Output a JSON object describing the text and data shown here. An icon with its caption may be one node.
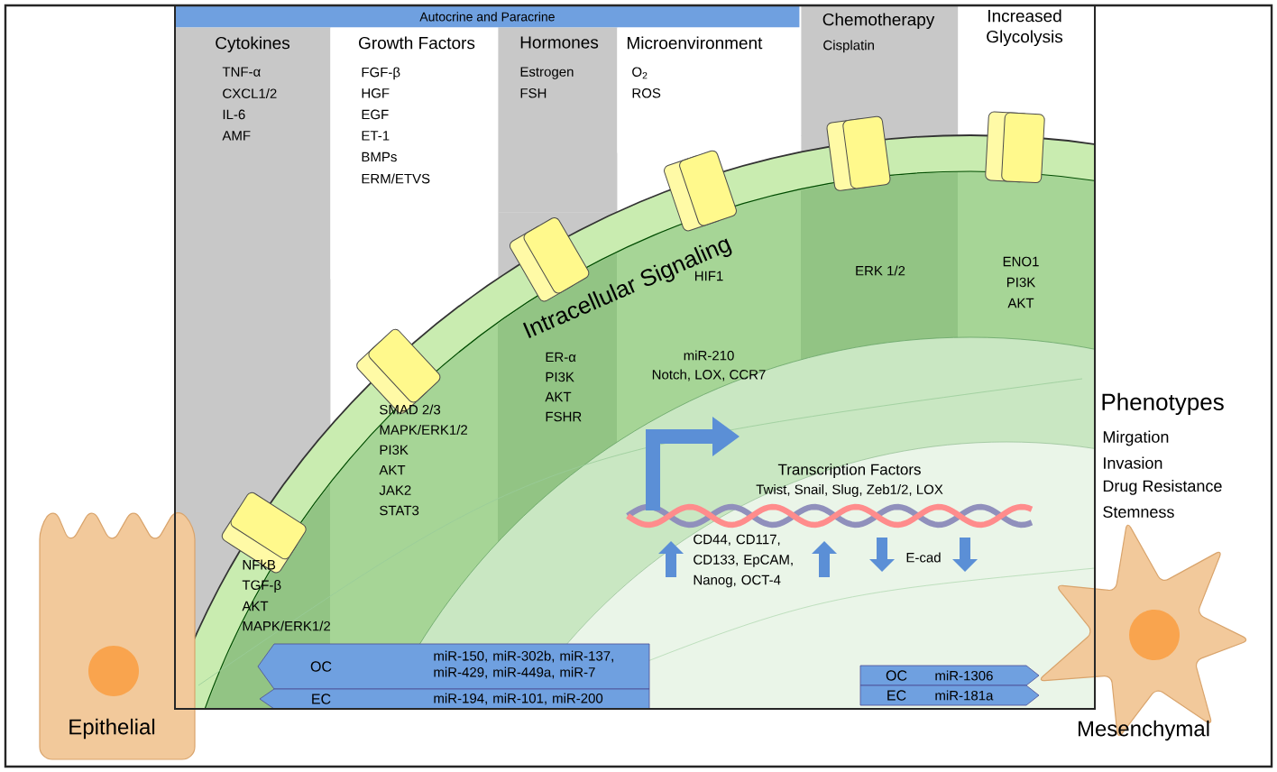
{
  "diagram": {
    "nodes": [
      {
        "text": [
          "Autocrine and Paracrine"
        ]
      },
      {
        "text": [
          "Cytokines",
          "TNF-α",
          "CXCL1/2",
          "IL-6",
          "AMF"
        ]
      },
      {
        "text": [
          "Growth Factors",
          "FGF-β",
          "HGF",
          "EGF",
          "ET-1",
          "BMPs",
          "ERM/ETVS"
        ]
      },
      {
        "text": [
          "Hormones",
          "Estrogen",
          "FSH"
        ]
      },
      {
        "text": [
          "Microenvironment",
          "O$_{2}$",
          "ROS"
        ]
      },
      {
        "text": [
          "Chemotherapy",
          "Cisplatin"
        ]
      },
      {
        "text": [
          "Increased Glycolysis"
        ]
      },
      {
        "text": [
          "OC",
          "miR-150, miR-302b, miR-137, miR-429, miR-449a, miR-7"
        ]
      },
      {
        "text": [
          "EC",
          "miR-194, miR-101, miR-200"
        ]
      },
      {
        "text": [
          "OC",
          "miR-1306"
        ]
      },
      {
        "text": [
          "EC",
          "miR-181a"
        ]
      },
      {
        "text": [
          "Epithelial"
        ]
      },
      {
        "text": [
          "Mesenchymal"
        ]
      }
    ],
    "labels": [
      "Intracellular Signaling",
      "NFkB",
      "TGF-β",
      "AKT",
      "MAPK/ERK1/2",
      "SMAD 2/3",
      "MAPK/ERK1/2",
      "PI3K",
      "AKT",
      "JAK2",
      "STAT3",
      "ER-α",
      "PI3K",
      "AKT",
      "FSHR",
      "HIF1",
      "miR-210",
      "Notch, LOX, CCR7",
      "ERK 1/2",
      "ENO1",
      "PI3K",
      "AKT",
      "Transcription Factors",
      "Twist, Snail, Slug, Zeb1/2, LOX",
      "CD44, CD117, CD133, EpCAM, Nanog, OCT-4",
      "E-cad",
      "Phenotypes",
      "Mirgation",
      "Invasion",
      "Drug Resistance",
      "Stemness"
    ]
  }
}
